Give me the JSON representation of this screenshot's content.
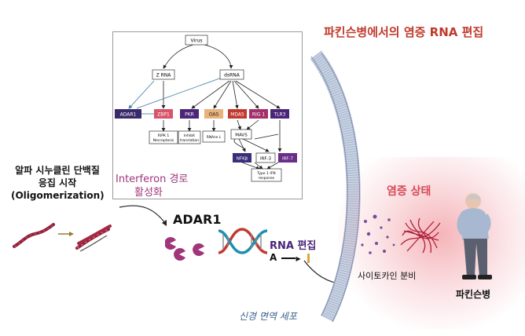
{
  "title": "파킨슨병에서의 염증 RNA 편집",
  "oligomerization_label": [
    "알파 시누클린 단백질",
    "응집 시작",
    "(Oligomerization)"
  ],
  "interferon_label": [
    "Interferon 경로",
    "활성화"
  ],
  "adar1_label": "ADAR1",
  "rna_edit_label": "RNA 편집",
  "a_to_i_label": "A",
  "neuro_label": "신경 면역 세포",
  "inflammation_label": "염증 상태",
  "cytokine_label": "사이토카인 분비",
  "parkinson_label": "파킨슨병",
  "pathway": {
    "virus": "Virus",
    "zrna": "Z RNA",
    "dsrna": "dsRNA",
    "adar1": "ADAR1",
    "zbp1": "ZBP1",
    "pkr": "PKR",
    "oas": "OAS",
    "mda5": "MDA5",
    "rig1": "RIG 1",
    "tlr3": "TLR3",
    "ripk1": [
      "RIPK 1",
      "Necroptosis"
    ],
    "inhibit": [
      "Inhibit",
      "translation"
    ],
    "rnase": "RNAse L",
    "mavs": "MAVS",
    "nfkb": "NFKβ",
    "irf3": "IRF-3",
    "irf7": "IRF-7",
    "ifn": [
      "Type 1 IFN",
      "response"
    ]
  },
  "colors": {
    "title": "#c0392b",
    "adar1_box": "#3b2a6b",
    "zbp1_box": "#d9536b",
    "pkr_box": "#4a2578",
    "oas_box": "#e8b27a",
    "mda5_box": "#c23a2f",
    "rig1_box": "#a4306a",
    "tlr3_box": "#4a2578",
    "nfkb_box": "#3a2d7a",
    "irf7_box": "#6a2d8a"
  }
}
